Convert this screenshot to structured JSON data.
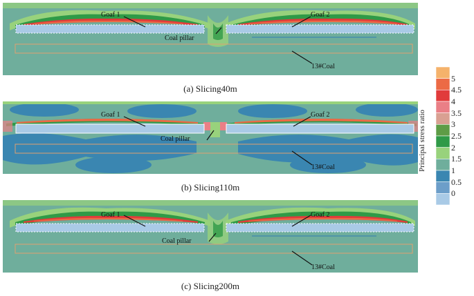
{
  "panels": [
    {
      "id": "a",
      "caption": "(a) Slicing40m",
      "goaf1": "Goaf 1",
      "goaf2": "Goaf 2",
      "pillar": "Coal pillar",
      "coal": "13#Coal"
    },
    {
      "id": "b",
      "caption": "(b) Slicing110m",
      "goaf1": "Goaf 1",
      "goaf2": "Goaf 2",
      "pillar": "Coal pillar",
      "coal": "13#Coal"
    },
    {
      "id": "c",
      "caption": "(c) Slicing200m",
      "goaf1": "Goaf 1",
      "goaf2": "Goaf 2",
      "pillar": "Coal pillar",
      "coal": "13#Coal"
    }
  ],
  "legend": {
    "title": "Principal stress ratio",
    "labels": [
      "5",
      "4.5",
      "4",
      "3.5",
      "3",
      "2.5",
      "2",
      "1.5",
      "1",
      "0.5",
      "0"
    ],
    "colors": [
      "#f5b26b",
      "#ec6a45",
      "#e13b3b",
      "#ea7f86",
      "#d9a092",
      "#5e9c46",
      "#2f9a47",
      "#98d27c",
      "#6fae9c",
      "#3a86b1",
      "#6c9ec9",
      "#a9cae6"
    ]
  },
  "colors": {
    "background": "#6fae9c",
    "low": "#3a86b1",
    "band_green": "#98d27c",
    "band_dark": "#2f9a47",
    "peak_red": "#e13b3b",
    "peak_orange": "#ec6a45",
    "goaf_fill": "#a9cae6"
  }
}
